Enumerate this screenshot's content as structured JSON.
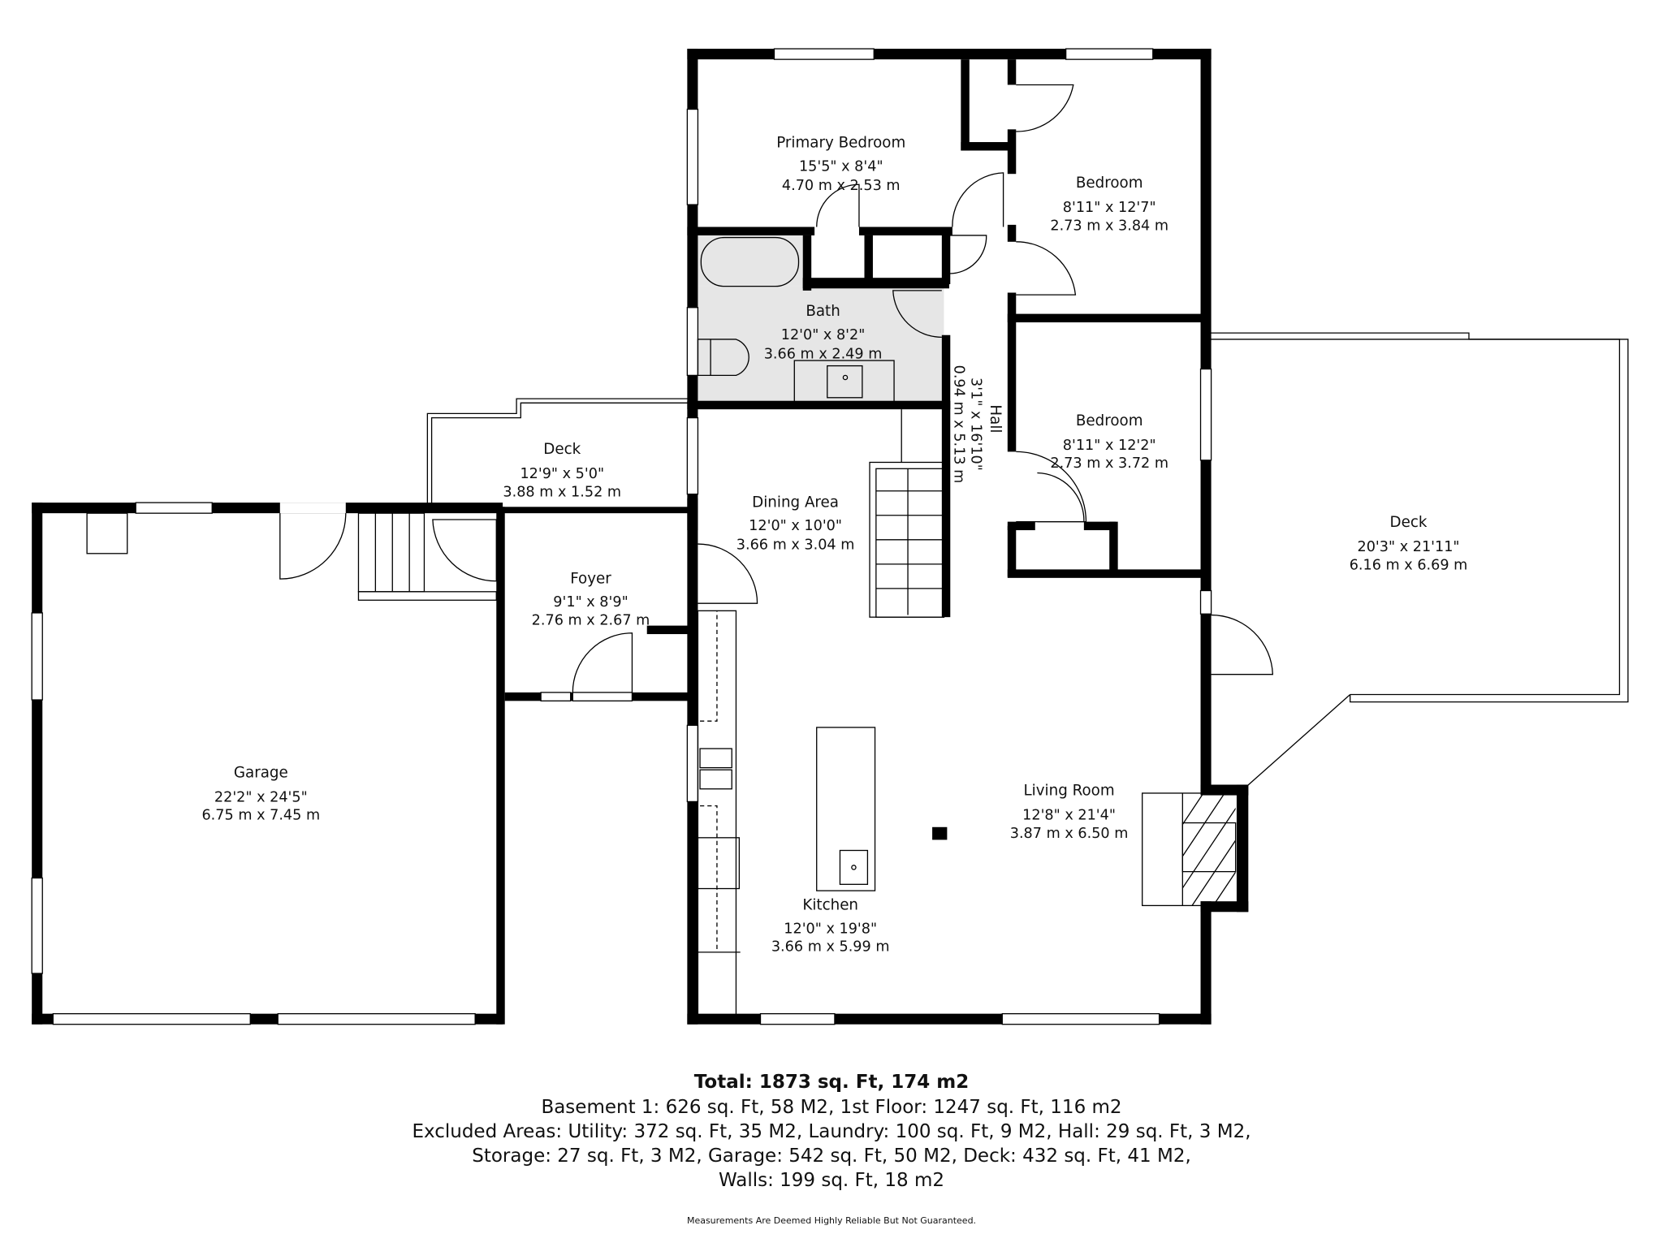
{
  "floorplan": {
    "rooms": [
      {
        "id": "primary_bedroom",
        "name": "Primary Bedroom",
        "imperial": "15'5\" x 8'4\"",
        "metric": "4.70 m x 2.53 m"
      },
      {
        "id": "bedroom_1",
        "name": "Bedroom",
        "imperial": "8'11\" x 12'7\"",
        "metric": "2.73 m x 3.84 m"
      },
      {
        "id": "bath",
        "name": "Bath",
        "imperial": "12'0\" x 8'2\"",
        "metric": "3.66 m x 2.49 m"
      },
      {
        "id": "hall",
        "name": "Hall",
        "imperial": "3'1\" x 16'10\"",
        "metric": "0.94 m x 5.13 m"
      },
      {
        "id": "bedroom_2",
        "name": "Bedroom",
        "imperial": "8'11\" x 12'2\"",
        "metric": "2.73 m x 3.72 m"
      },
      {
        "id": "deck_small",
        "name": "Deck",
        "imperial": "12'9\" x 5'0\"",
        "metric": "3.88 m x 1.52 m"
      },
      {
        "id": "dining",
        "name": "Dining Area",
        "imperial": "12'0\" x 10'0\"",
        "metric": "3.66 m x 3.04 m"
      },
      {
        "id": "deck_large",
        "name": "Deck",
        "imperial": "20'3\" x 21'11\"",
        "metric": "6.16 m x 6.69 m"
      },
      {
        "id": "foyer",
        "name": "Foyer",
        "imperial": "9'1\" x 8'9\"",
        "metric": "2.76 m x 2.67 m"
      },
      {
        "id": "garage",
        "name": "Garage",
        "imperial": "22'2\" x 24'5\"",
        "metric": "6.75 m x 7.45 m"
      },
      {
        "id": "living",
        "name": "Living Room",
        "imperial": "12'8\" x 21'4\"",
        "metric": "3.87 m x 6.50 m"
      },
      {
        "id": "kitchen",
        "name": "Kitchen",
        "imperial": "12'0\" x 19'8\"",
        "metric": "3.66 m x 5.99 m"
      }
    ]
  },
  "summary": {
    "total": "Total: 1873 sq. Ft, 174 m2",
    "line1": "Basement 1: 626 sq. Ft, 58 M2, 1st Floor: 1247 sq. Ft, 116 m2",
    "line2": "Excluded Areas: Utility: 372 sq. Ft, 35 M2, Laundry: 100 sq. Ft, 9 M2, Hall: 29 sq. Ft, 3 M2,",
    "line3": "Storage: 27 sq. Ft, 3 M2, Garage: 542 sq. Ft, 50 M2, Deck: 432 sq. Ft, 41 M2,",
    "line4": "Walls: 199 sq. Ft, 18 m2",
    "disclaimer": "Measurements Are Deemed Highly Reliable But Not Guaranteed."
  },
  "colors": {
    "wall": "#000000",
    "bath_floor": "#e6e6e6",
    "background": "#ffffff"
  }
}
